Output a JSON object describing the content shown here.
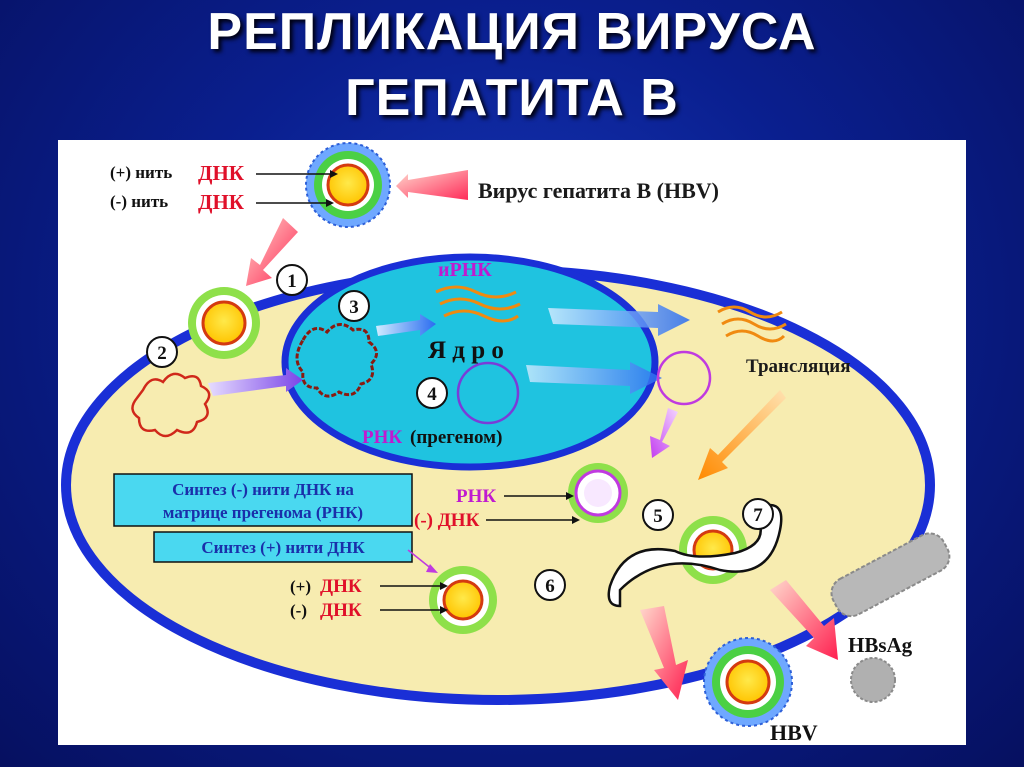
{
  "title": {
    "line1": "РЕПЛИКАЦИЯ ВИРУСА",
    "line2": "ГЕПАТИТА В"
  },
  "colors": {
    "background": "#0a1f8f",
    "cytoplasm": "#f7ecb0",
    "membrane": "#1a2fd6",
    "nucleus": "#1fc3e0",
    "dna_label": "#e0102a",
    "rna_label": "#b01ec8",
    "box_fill": "#4ad8f0"
  },
  "diagram": {
    "plus_strand_label": "(+) нить",
    "minus_strand_label": "(-) нить",
    "dna": "ДНК",
    "virus_label": "Вирус гепатита В (HBV)",
    "mrna": "иРНК",
    "nucleus": "Я д р о",
    "rna_pregenome_rna": "РНК",
    "rna_pregenome_rest": "(прегеном)",
    "translation": "Трансляция",
    "synthesis_minus_line1": "Синтез (-) нити ДНК на",
    "synthesis_minus_line2": "матрице прегенома (РНК)",
    "synthesis_plus": "Синтез (+) нити ДНК",
    "rna_short": "РНК",
    "minus_dna": "(-) ДНК",
    "plus_paren": "(+)",
    "minus_paren": "(-)",
    "hbsag": "HBsAg",
    "hbv": "HBV",
    "steps": [
      "1",
      "2",
      "3",
      "4",
      "5",
      "6",
      "7"
    ]
  }
}
